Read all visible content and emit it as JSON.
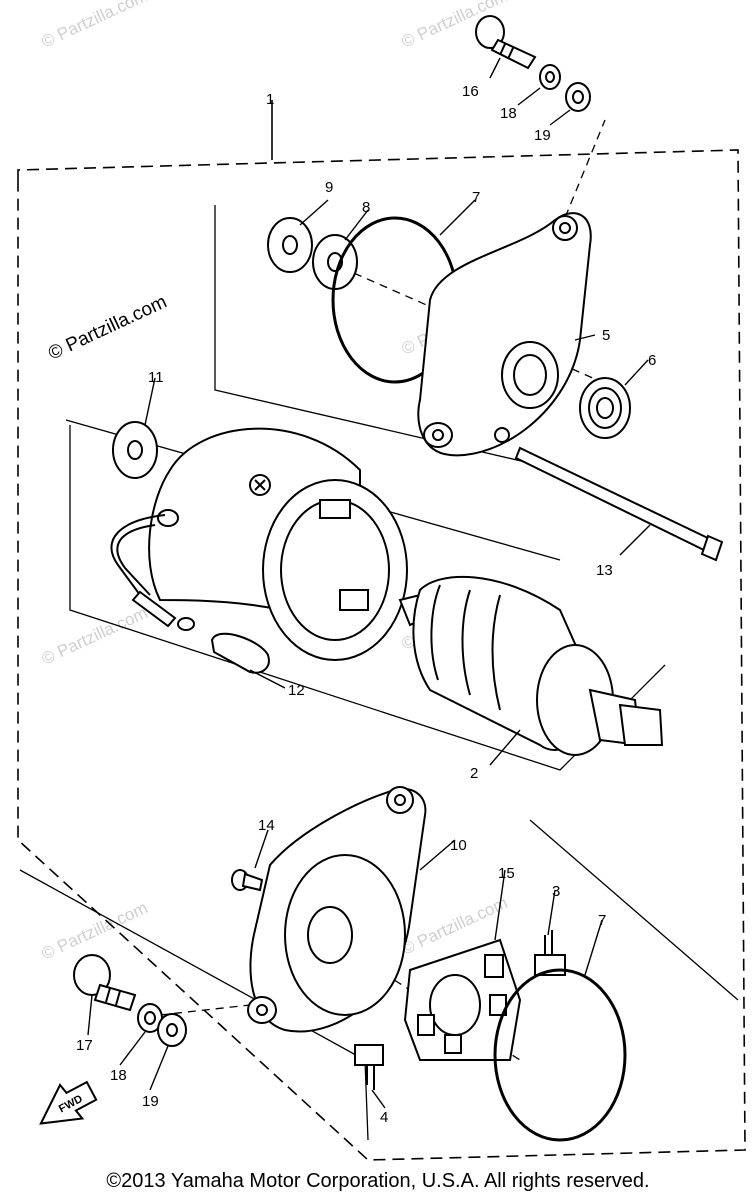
{
  "watermark": {
    "text": "© Partzilla.com"
  },
  "copyright": "©2013 Yamaha Motor Corporation, U.S.A. All rights reserved.",
  "fwd_label": "FWD",
  "assembly_label": "1",
  "labels": {
    "l2": "2",
    "l3": "3",
    "l4": "4",
    "l5": "5",
    "l6": "6",
    "l7a": "7",
    "l7b": "7",
    "l8": "8",
    "l9": "9",
    "l10": "10",
    "l11": "11",
    "l12": "12",
    "l13": "13",
    "l14": "14",
    "l15": "15",
    "l16": "16",
    "l17": "17",
    "l18a": "18",
    "l18b": "18",
    "l19a": "19",
    "l19b": "19"
  }
}
